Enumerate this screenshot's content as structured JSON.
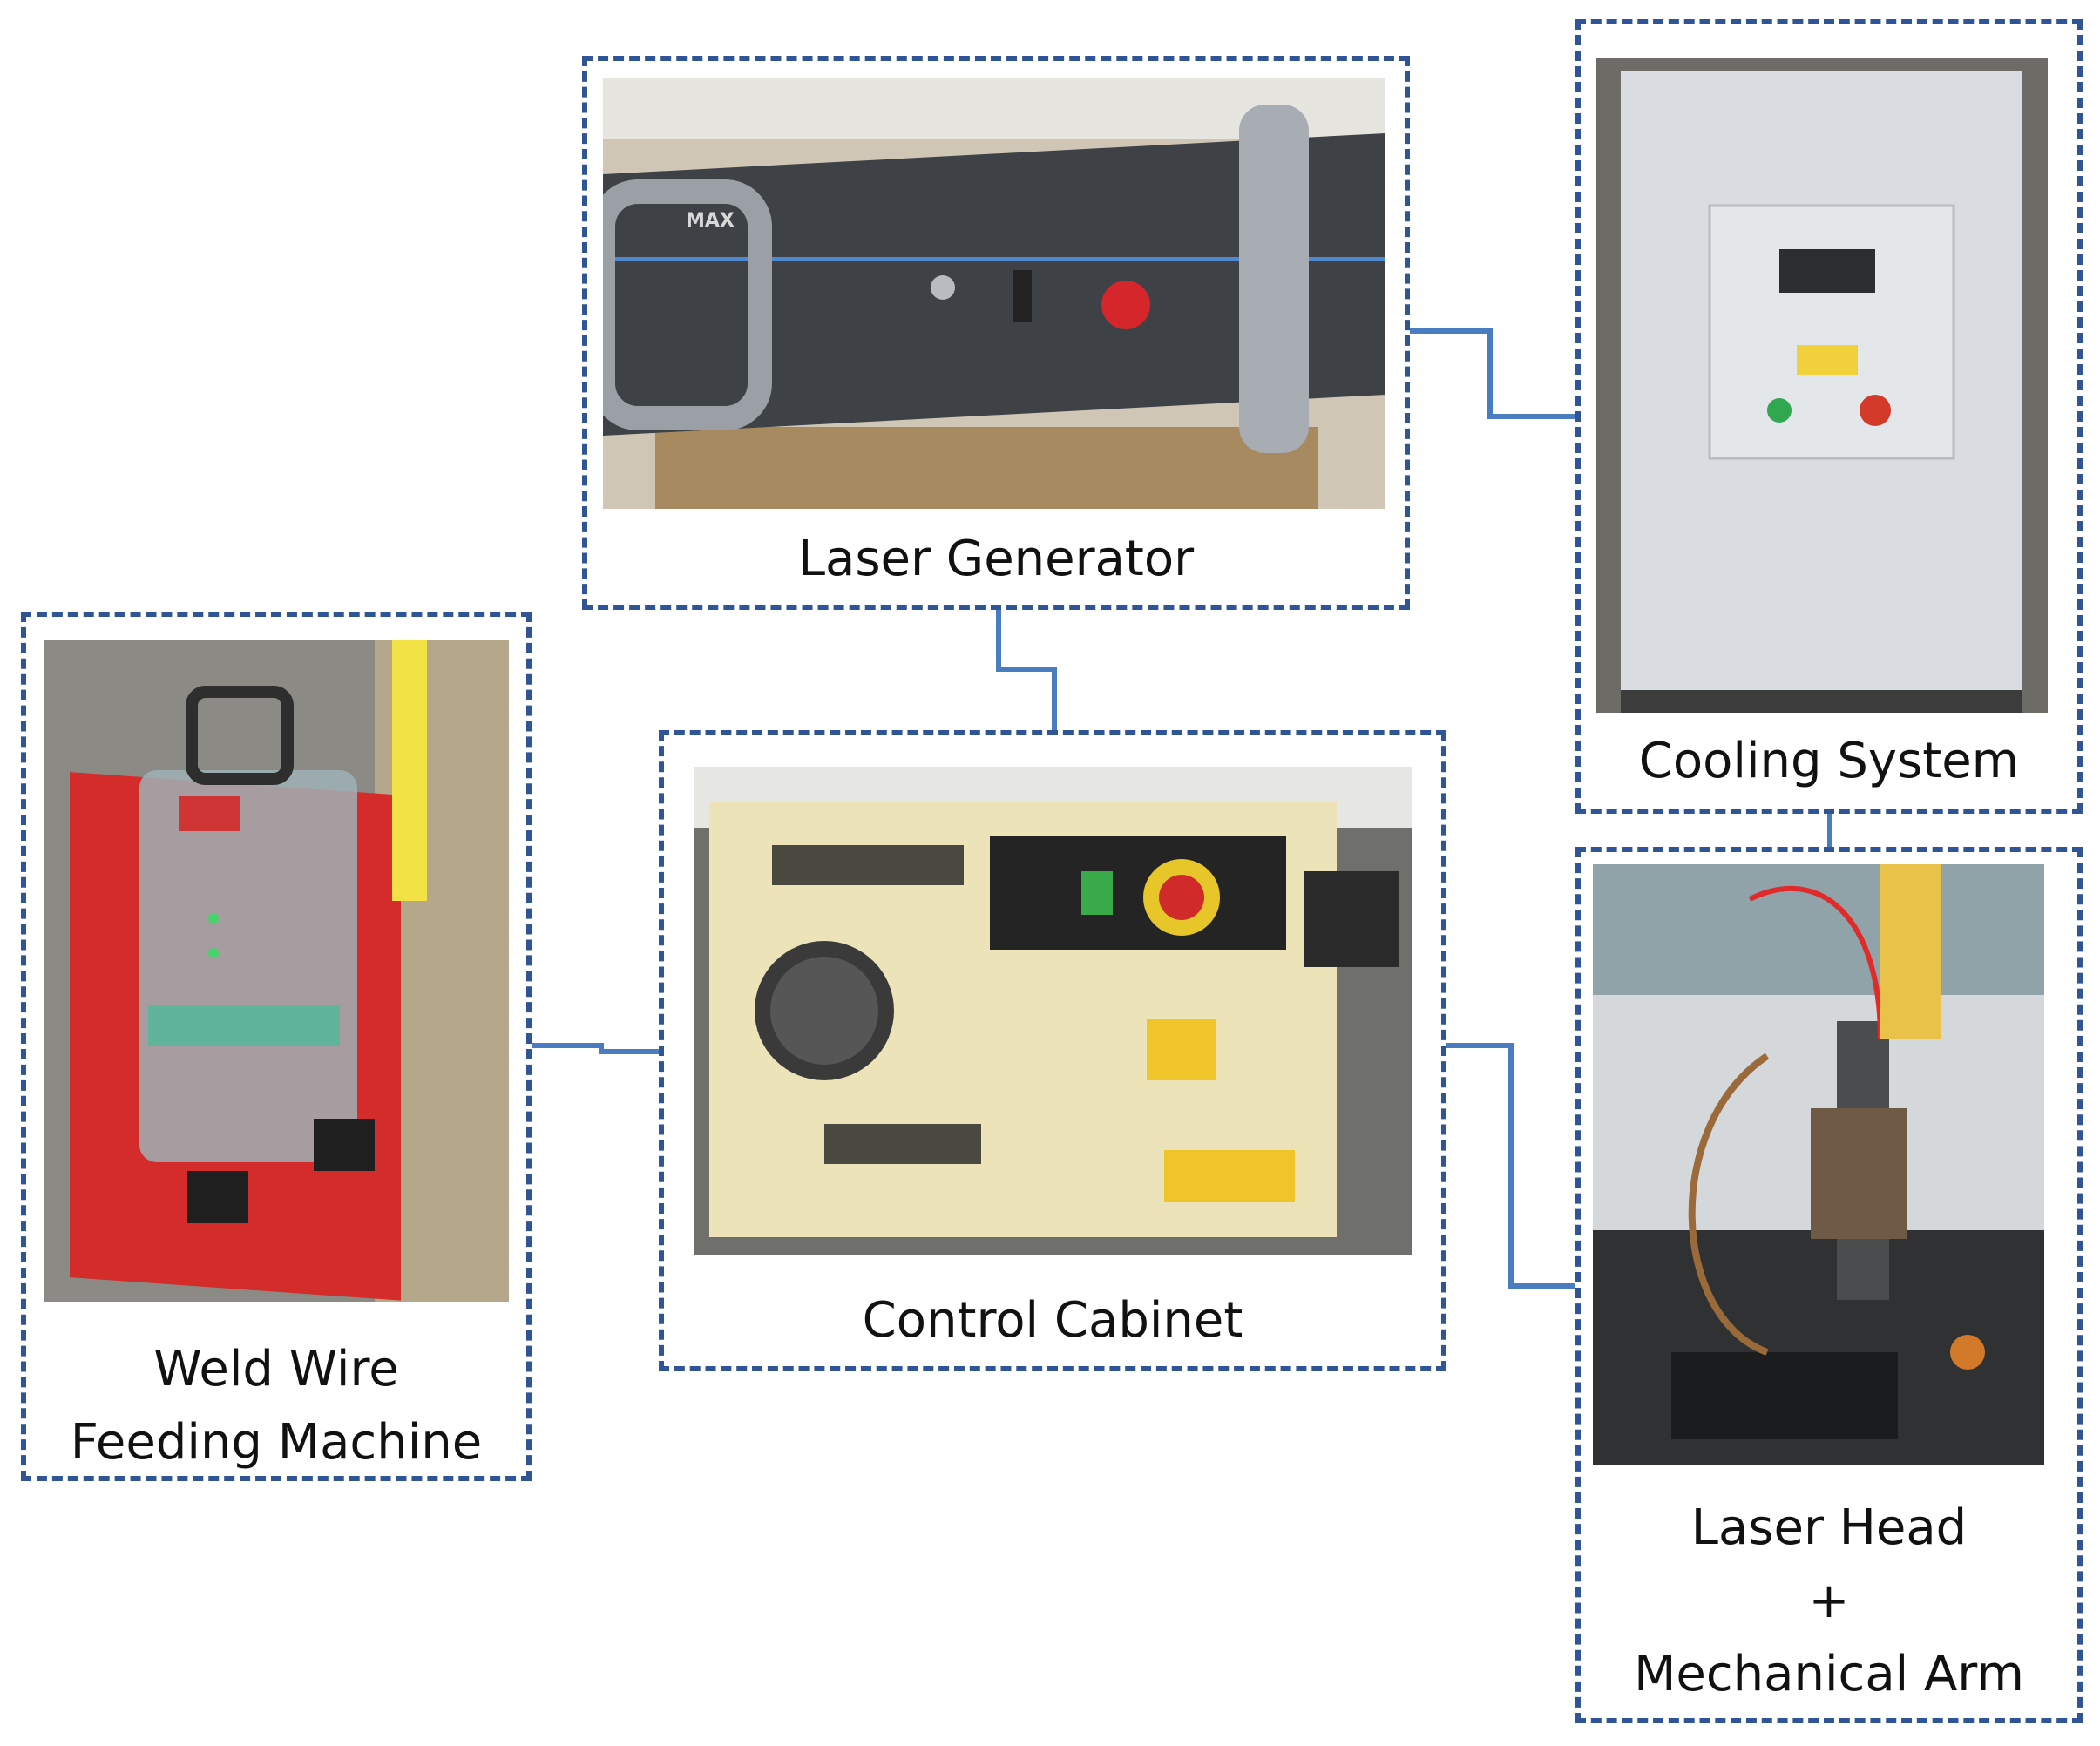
{
  "components": {
    "laser_generator": {
      "label": "Laser Generator"
    },
    "cooling_system": {
      "label": "Cooling System"
    },
    "weld_wire_feeder": {
      "label": "Weld Wire\nFeeding Machine"
    },
    "control_cabinet": {
      "label": "Control Cabinet"
    },
    "laser_head_arm": {
      "label": "Laser Head\n+\nMechanical Arm"
    }
  },
  "colors": {
    "box_border": "#2f5596",
    "connector": "#4a7dbf"
  }
}
